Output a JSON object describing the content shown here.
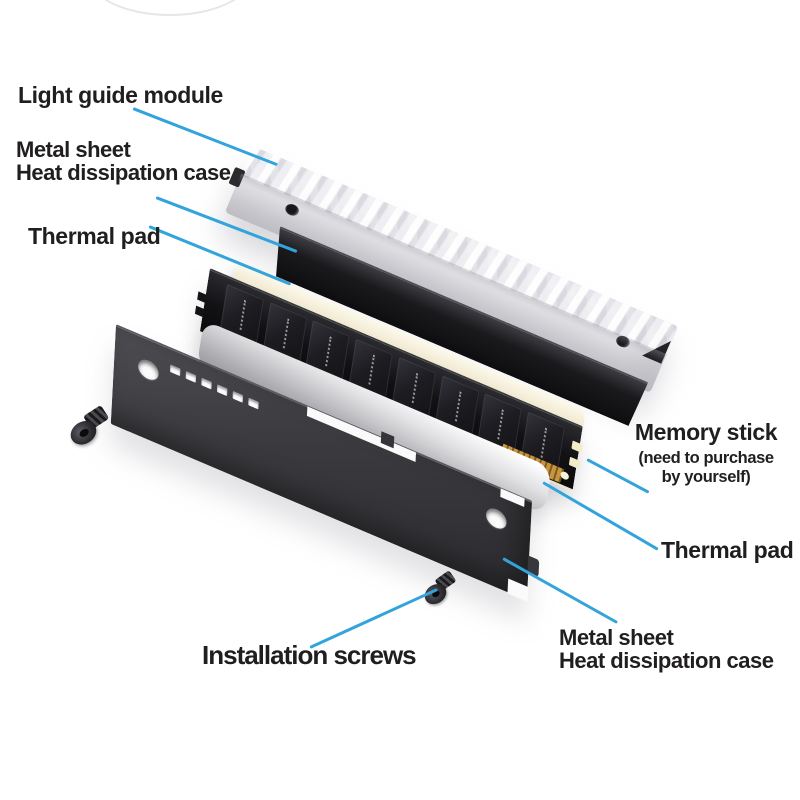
{
  "colors": {
    "leader_line": "#33a3dc",
    "label_text": "#201e1f",
    "light_guide": "#ececef",
    "heatsink_black": "#1a1a1d",
    "memory_pcb": "#131316",
    "thermal_pad_cream": "#f2eedd",
    "thermal_pad_silver": "#c7c7ca",
    "bottom_plate": "#3b3b3f",
    "gold_contacts": "#c9963f"
  },
  "labels": {
    "light_guide": {
      "text": "Light guide module"
    },
    "metal_sheet_top": {
      "line1": "Metal sheet",
      "line2": "Heat dissipation case"
    },
    "thermal_pad_top": {
      "text": "Thermal pad"
    },
    "memory_stick": {
      "title": "Memory stick",
      "note1": "(need to purchase",
      "note2": "by yourself)"
    },
    "thermal_pad_bottom": {
      "text": "Thermal pad"
    },
    "metal_sheet_bottom": {
      "line1": "Metal sheet",
      "line2": "Heat dissipation case"
    },
    "installation_screws": {
      "text": "Installation screws"
    }
  }
}
